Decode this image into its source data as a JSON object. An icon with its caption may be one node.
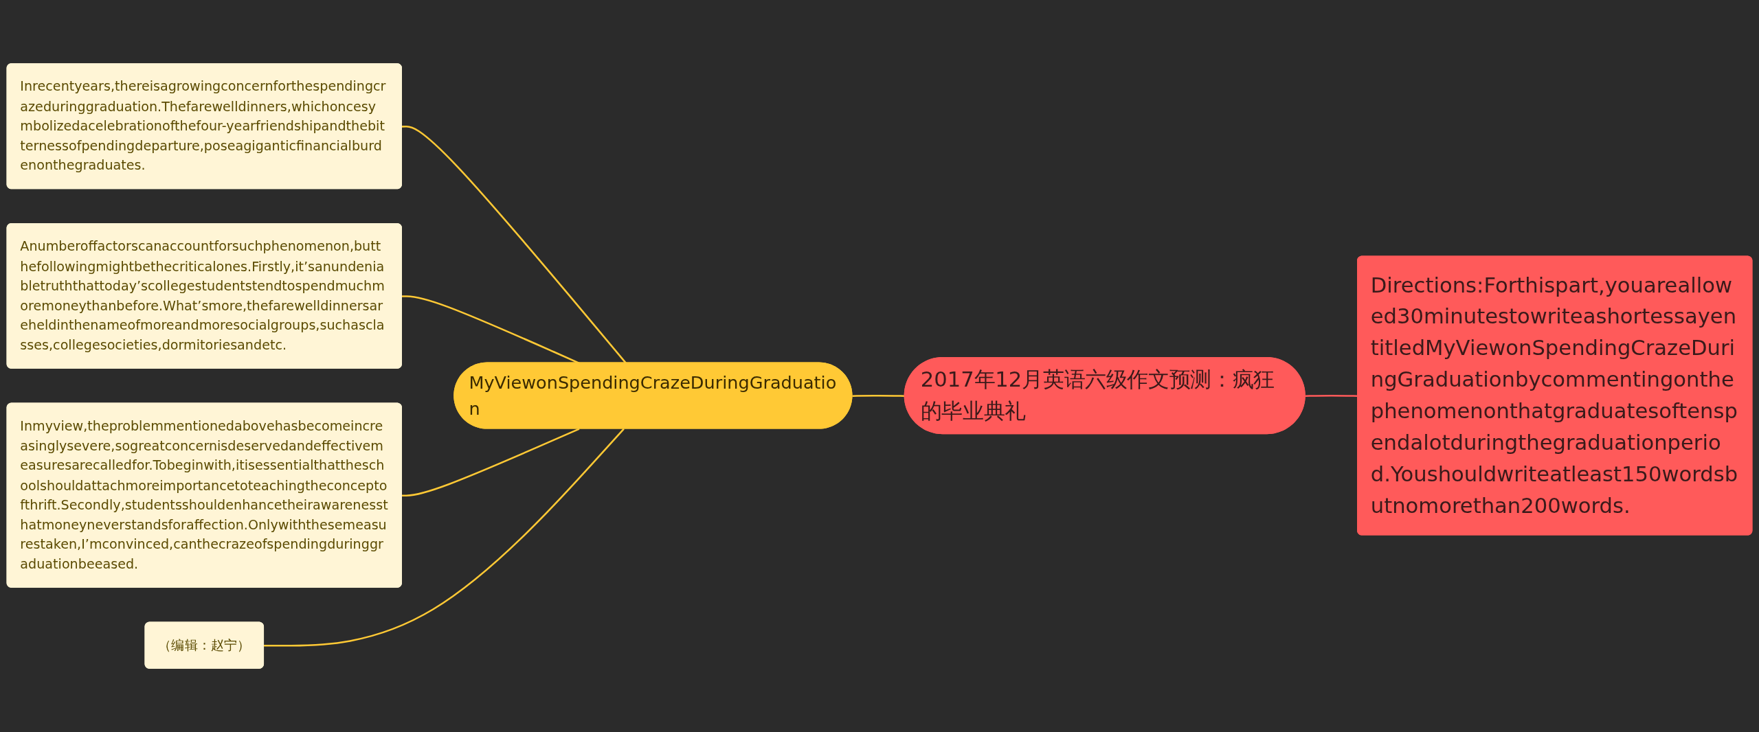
{
  "diagram": {
    "nodes": [
      {
        "text": [
          "2017年12月英语六级作文预测：疯狂的毕业典礼"
        ]
      },
      {
        "text": [
          "MyViewonSpendingCrazeDuringGraduation"
        ]
      },
      {
        "text": [
          "Inrecentyears,thereisagrowingconcernforthespendingcrazeduringgraduation.Thefarewelldinners,whichoncesymbolizedacelebrationofthefour-yearfriendshipandthebitternessofpendingdeparture,poseagiganticfinancialburdenonthegraduates."
        ]
      },
      {
        "text": [
          "Anumberoffactorscanaccountforsuchphenomenon,butthefollowingmightbethecriticalones.Firstly,it’sanundeniabletruththattoday’scollegestudentstendtospendmuchmoremoneythanbefore.What’smore,thefarewelldinnersareheldinthenameofmoreandmoresocialgroups,suchasclasses,collegesocieties,dormitoriesandetc."
        ]
      },
      {
        "text": [
          "Inmyview,theproblemmentionedabovehasbecomeincreasinglysevere,sogreatconcernisdeservedandeffectivemeasuresarecalledfor.Tobeginwith,itisessentialthattheschoolshouldattachmoreimportancetoteachingtheconceptofthrift.Secondly,studentsshouldenhancetheirawarenessthatmoneyneverstandsforaffection.Onlywiththesemeasurestaken,I’mconvinced,canthecrazeofspendingduringgraduationbeeased."
        ]
      },
      {
        "text": [
          "（编辑：赵宁）"
        ]
      },
      {
        "text": [
          "Directions:Forthispart,youareallowed30minutestowriteashortessayentitledMyViewonSpendingCrazeDuringGraduationbycommentingonthephenomenonthatgraduatesoftenspendalotduringthegraduationperiod.Youshouldwriteatleast150wordsbutnomorethan200words."
        ]
      }
    ],
    "edges": [
      {
        "from": 0,
        "to": 1,
        "arrow": "none"
      },
      {
        "from": 1,
        "to": 2,
        "arrow": "none"
      },
      {
        "from": 1,
        "to": 3,
        "arrow": "none"
      },
      {
        "from": 1,
        "to": 4,
        "arrow": "none"
      },
      {
        "from": 1,
        "to": 5,
        "arrow": "none"
      },
      {
        "from": 0,
        "to": 6,
        "arrow": "none",
        "color": "#ff5a5a"
      }
    ]
  }
}
